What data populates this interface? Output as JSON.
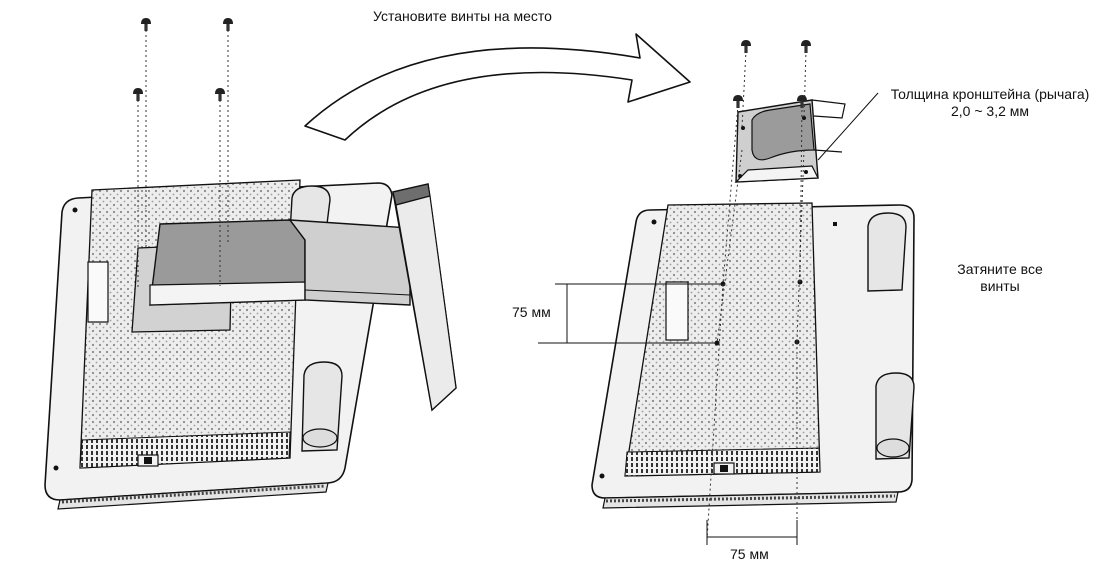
{
  "captions": {
    "install_screws": "Установите винты на место",
    "bracket_thickness_line1": "Толщина кронштейна (рычага)",
    "bracket_thickness_line2": "2,0 ~ 3,2 мм",
    "tighten_line1": "Затяните все",
    "tighten_line2": "винты",
    "dim_vertical": "75 мм",
    "dim_horizontal": "75 мм"
  },
  "icons": {
    "arrow": "curved-arrow-icon",
    "screw": "screw-icon"
  },
  "colors": {
    "ink": "#111111",
    "panel": "#f2f2f2",
    "stipple": "#d9d9d9"
  }
}
